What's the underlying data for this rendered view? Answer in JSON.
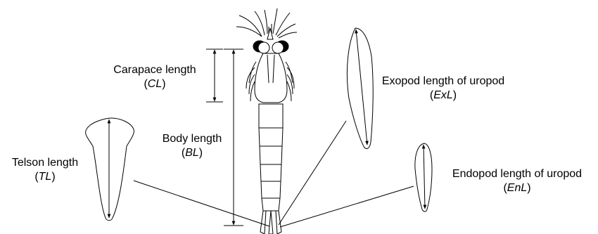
{
  "labels": {
    "carapace": {
      "line1": "Carapace length",
      "pre": "(",
      "abbr": "CL",
      "post": ")"
    },
    "body": {
      "line1": "Body length",
      "pre": "(",
      "abbr": "BL",
      "post": ")"
    },
    "telson": {
      "line1": "Telson length",
      "pre": "(",
      "abbr": "TL",
      "post": ")"
    },
    "exopod": {
      "line1": "Exopod length of uropod",
      "pre": "(",
      "abbr": "ExL",
      "post": ")"
    },
    "endopod": {
      "line1": "Endopod length of uropod",
      "pre": "(",
      "abbr": "EnL",
      "post": ")"
    }
  }
}
